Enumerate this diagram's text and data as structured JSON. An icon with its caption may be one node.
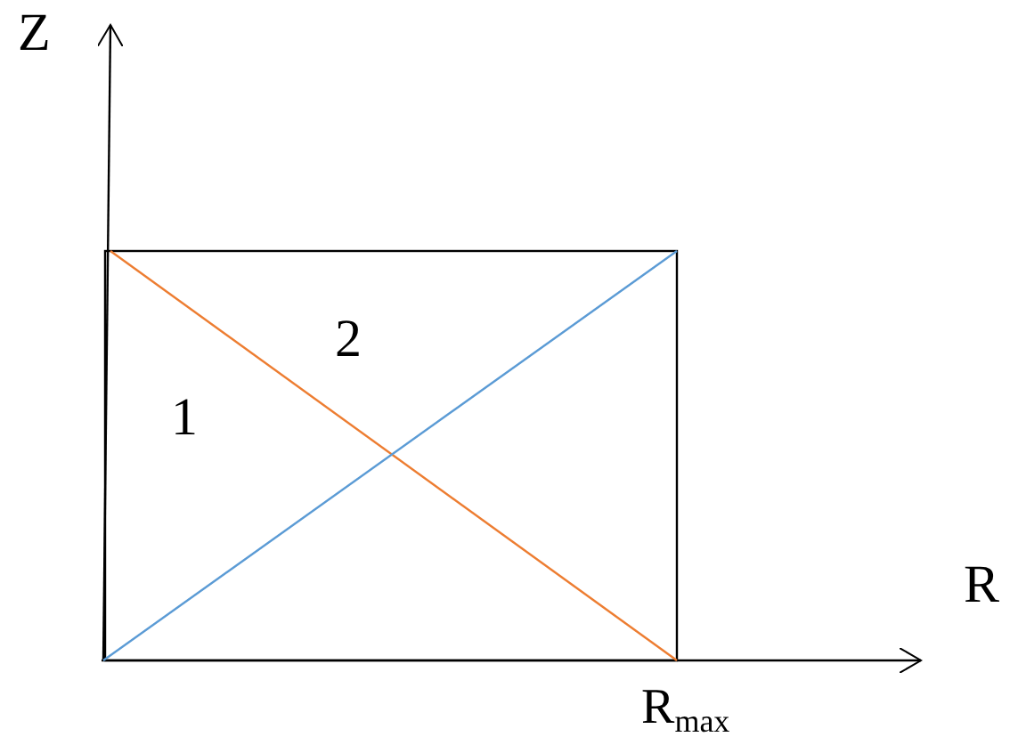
{
  "diagram": {
    "labels": [
      "Z",
      "2",
      "1",
      "R",
      "R$_{max}$"
    ]
  }
}
